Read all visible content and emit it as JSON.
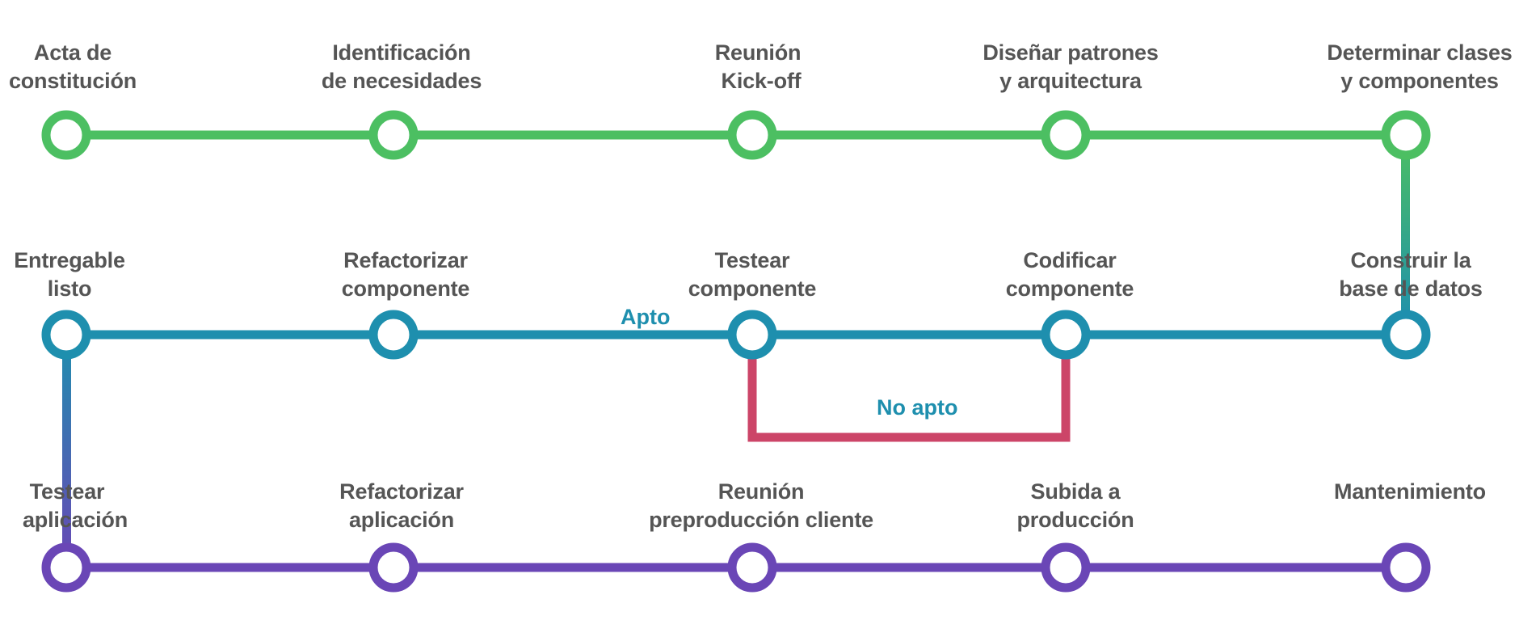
{
  "colors": {
    "row1": "#4cbf62",
    "row2": "#1e8fae",
    "row3": "#6a46b6",
    "loop": "#cc4568",
    "label_text": "#555555",
    "edge_label_text": "#1e8fae"
  },
  "rows": [
    {
      "id": "row1",
      "nodes": [
        {
          "line1": "Acta de",
          "line2": "constitución"
        },
        {
          "line1": "Identificación",
          "line2": "de necesidades"
        },
        {
          "line1": "Reunión",
          "line2": "Kick-off"
        },
        {
          "line1": "Diseñar patrones",
          "line2": "y arquitectura"
        },
        {
          "line1": "Determinar clases",
          "line2": "y componentes"
        }
      ]
    },
    {
      "id": "row2",
      "nodes": [
        {
          "line1": "Entregable",
          "line2": "listo"
        },
        {
          "line1": "Refactorizar",
          "line2": "componente"
        },
        {
          "line1": "Testear",
          "line2": "componente"
        },
        {
          "line1": "Codificar",
          "line2": "componente"
        },
        {
          "line1": "Construir la",
          "line2": "base de datos"
        }
      ]
    },
    {
      "id": "row3",
      "nodes": [
        {
          "line1": "Testear",
          "line2": "aplicación"
        },
        {
          "line1": "Refactorizar",
          "line2": "aplicación"
        },
        {
          "line1": "Reunión",
          "line2": "preproducción cliente"
        },
        {
          "line1": "Subida a",
          "line2": "producción"
        },
        {
          "line1": "Mantenimiento",
          "line2": ""
        }
      ]
    }
  ],
  "edge_labels": {
    "pass": "Apto",
    "fail": "No apto"
  }
}
